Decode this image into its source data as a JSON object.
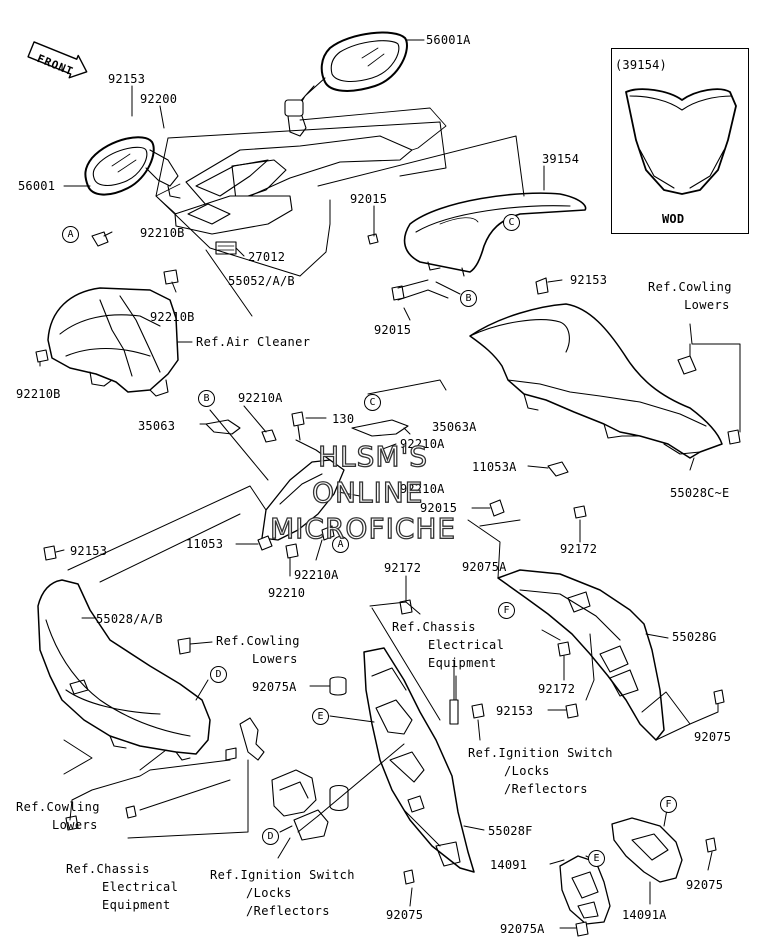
{
  "inset": {
    "title": "(39154)",
    "caption": "WOD"
  },
  "front_arrow": {
    "label": "FRONT"
  },
  "watermark": [
    "HLSM'S",
    "ONLINE",
    "MICROFICHE"
  ],
  "callouts": {
    "A": "A",
    "B": "B",
    "C": "C",
    "D": "D",
    "E": "E",
    "F": "F"
  },
  "labels": {
    "p56001A": "56001A",
    "p92153_top": "92153",
    "p92200": "92200",
    "p56001": "56001",
    "p39154": "39154",
    "p92015_top": "92015",
    "p92210B_1": "92210B",
    "p27012": "27012",
    "p92210B_2": "92210B",
    "p55052": "55052/A/B",
    "p92015_mid": "92015",
    "p92153_right": "92153",
    "p92210B_3": "92210B",
    "p92210A_1": "92210A",
    "p35063": "35063",
    "p130": "130",
    "p35063A": "35063A",
    "p92210A_2": "92210A",
    "p92210A_3": "92210A",
    "p11053A": "11053A",
    "p92015_low": "92015",
    "p55028CE": "55028C~E",
    "p11053": "11053",
    "p92172_1": "92172",
    "p92153_left": "92153",
    "p92210A_4": "92210A",
    "p92210": "92210",
    "p92075A_1": "92075A",
    "p92172_2": "92172",
    "p55028AB": "55028/A/B",
    "p55028G": "55028G",
    "p92075A_2": "92075A",
    "p92172_3": "92172",
    "p92153_mid": "92153",
    "p92075_1": "92075",
    "p55028F": "55028F",
    "p14091": "14091",
    "p92075_2": "92075",
    "p92075_3": "92075",
    "p92075A_3": "92075A",
    "p14091A": "14091A"
  },
  "refs": {
    "air_cleaner": [
      "Ref.Air Cleaner"
    ],
    "cowling_lowers_tr": [
      "Ref.Cowling",
      "Lowers"
    ],
    "cowling_lowers_mid": [
      "Ref.Cowling",
      "Lowers"
    ],
    "cowling_lowers_left": [
      "Ref.Cowling",
      "Lowers"
    ],
    "chassis_elec_mid": [
      "Ref.Chassis",
      "Electrical",
      "Equipment"
    ],
    "chassis_elec_left": [
      "Ref.Chassis",
      "Electrical",
      "Equipment"
    ],
    "ignition_right": [
      "Ref.Ignition Switch",
      "/Locks",
      "/Reflectors"
    ],
    "ignition_bottom": [
      "Ref.Ignition Switch",
      "/Locks",
      "/Reflectors"
    ]
  }
}
